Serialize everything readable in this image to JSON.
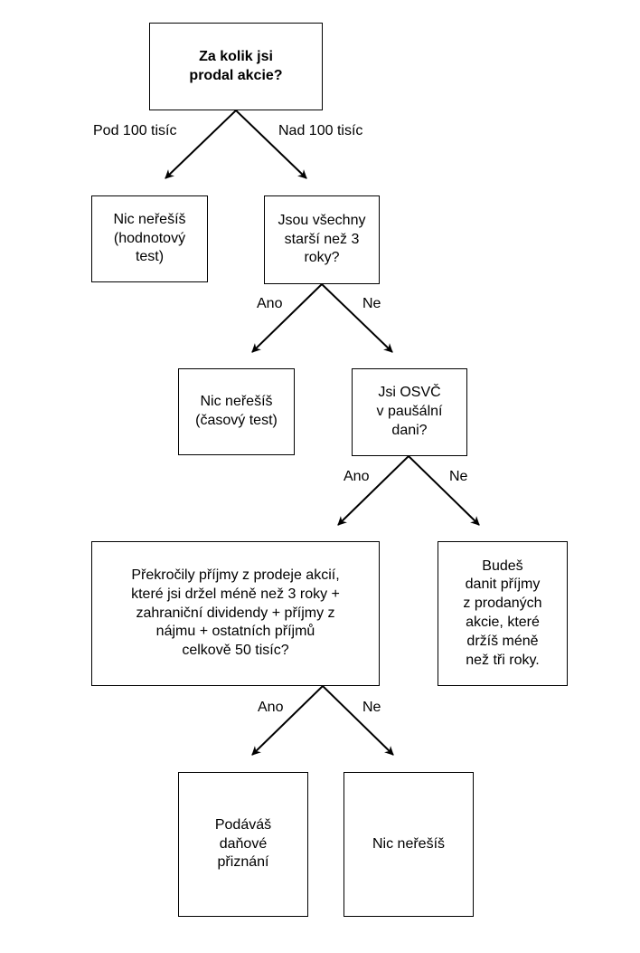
{
  "nodes": {
    "q1": "Za kolik jsi\nprodal akcie?",
    "r1": "Nic neřešíš\n(hodnotový\ntest)",
    "q2": "Jsou všechny\nstarší než 3\nroky?",
    "r2": "Nic neřešíš\n(časový test)",
    "q3": "Jsi OSVČ\nv paušální\ndani?",
    "q4": "Překročily příjmy z prodeje akcií,\nkteré jsi držel méně než 3 roky +\nzahraniční dividendy + příjmy z\nnájmu + ostatních příjmů\ncelkově 50 tisíc?",
    "r3": "Budeš\ndanit příjmy\nz prodaných\nakcie, které\ndržíš méně\nnež tři roky.",
    "r4": "Podáváš\ndaňové\npřiznání",
    "r5": "Nic neřešíš"
  },
  "edge_labels": {
    "e_q1_r1": "Pod 100 tisíc",
    "e_q1_q2": "Nad 100 tisíc",
    "e_q2_r2": "Ano",
    "e_q2_q3": "Ne",
    "e_q3_q4": "Ano",
    "e_q3_r3": "Ne",
    "e_q4_r4": "Ano",
    "e_q4_r5": "Ne"
  },
  "colors": {
    "stroke": "#000000",
    "fill": "#ffffff",
    "text": "#000000"
  }
}
